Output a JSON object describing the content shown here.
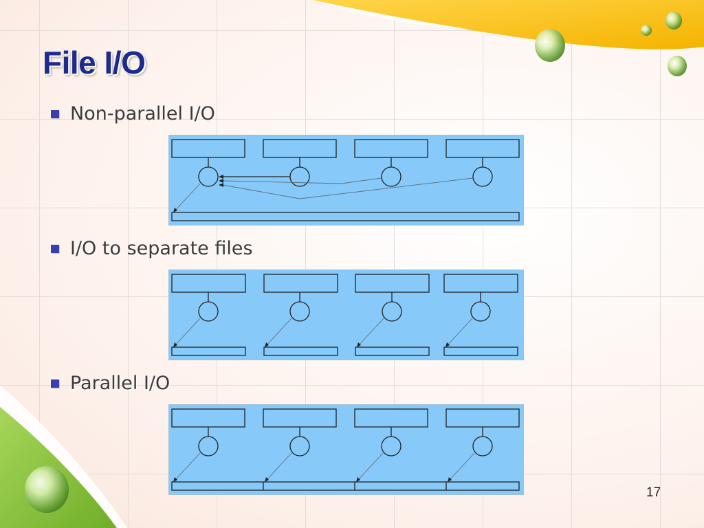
{
  "slide": {
    "title": "File I/O",
    "page_number": "17"
  },
  "bullets": [
    {
      "text": "Non-parallel I/O",
      "diagram": "non-parallel"
    },
    {
      "text": "I/O to separate files",
      "diagram": "separate"
    },
    {
      "text": "Parallel I/O",
      "diagram": "parallel"
    }
  ],
  "colors": {
    "title": "#1b2b8f",
    "bullet": "#3a3fb0",
    "diagram_background": "#87c9f9",
    "accent_yellow": "#ffc61a",
    "accent_green": "#8cc63f"
  },
  "diagrams": {
    "process_count": 4,
    "icons": [
      "memory-box",
      "process-node",
      "file-bar",
      "arrow"
    ]
  }
}
